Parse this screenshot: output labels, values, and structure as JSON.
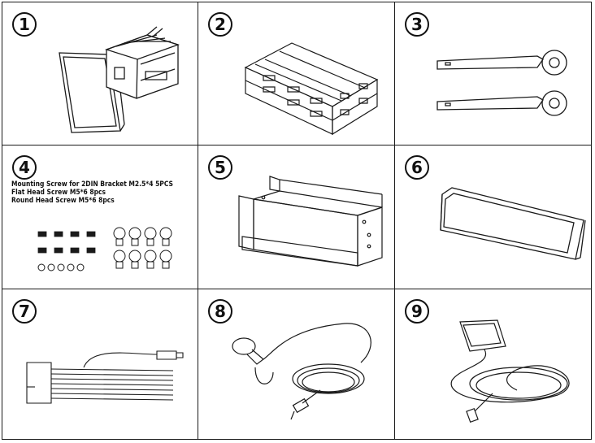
{
  "panels": [
    {
      "number": "1",
      "icon": "head-unit-icon"
    },
    {
      "number": "2",
      "icon": "double-din-cage-icon"
    },
    {
      "number": "3",
      "icon": "removal-keys-icon"
    },
    {
      "number": "4",
      "icon": "screws-icon",
      "lines": [
        "Mounting Screw for 2DIN Bracket M2.5*4  5PCS",
        "Flat Head Screw M5*6 8pcs",
        "Round Head Screw M5*6 8pcs"
      ]
    },
    {
      "number": "5",
      "icon": "mounting-bracket-icon"
    },
    {
      "number": "6",
      "icon": "trim-frame-icon"
    },
    {
      "number": "7",
      "icon": "wire-harness-icon"
    },
    {
      "number": "8",
      "icon": "microphone-icon"
    },
    {
      "number": "9",
      "icon": "gps-antenna-icon"
    }
  ]
}
